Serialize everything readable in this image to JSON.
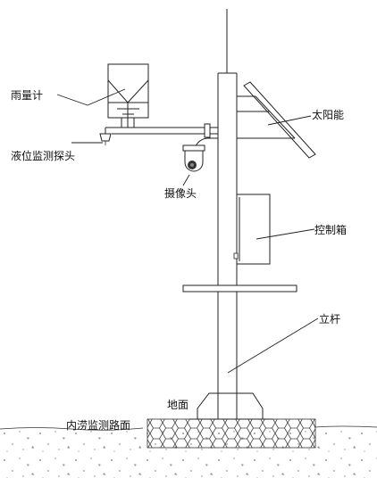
{
  "labels": {
    "rain_gauge": "雨量计",
    "level_probe": "液位监测探头",
    "camera": "摄像头",
    "solar_panel": "太阳能",
    "control_box": "控制箱",
    "pole": "立杆",
    "ground": "地面",
    "road": "内涝监测路面"
  },
  "colors": {
    "line": "#222222",
    "background": "#ffffff",
    "text": "#111111"
  }
}
